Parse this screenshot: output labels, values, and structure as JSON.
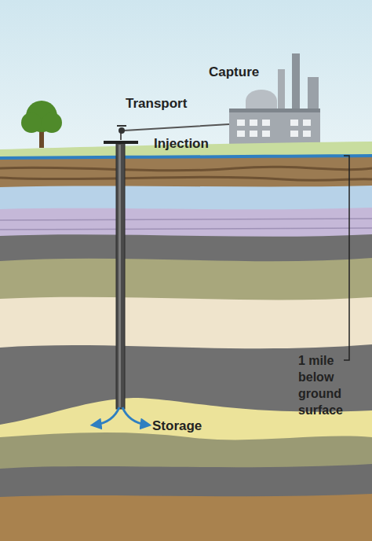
{
  "diagram": {
    "labels": [
      "Capture",
      "Transport",
      "Injection",
      "Storage",
      "1 mile below ground surface"
    ]
  }
}
